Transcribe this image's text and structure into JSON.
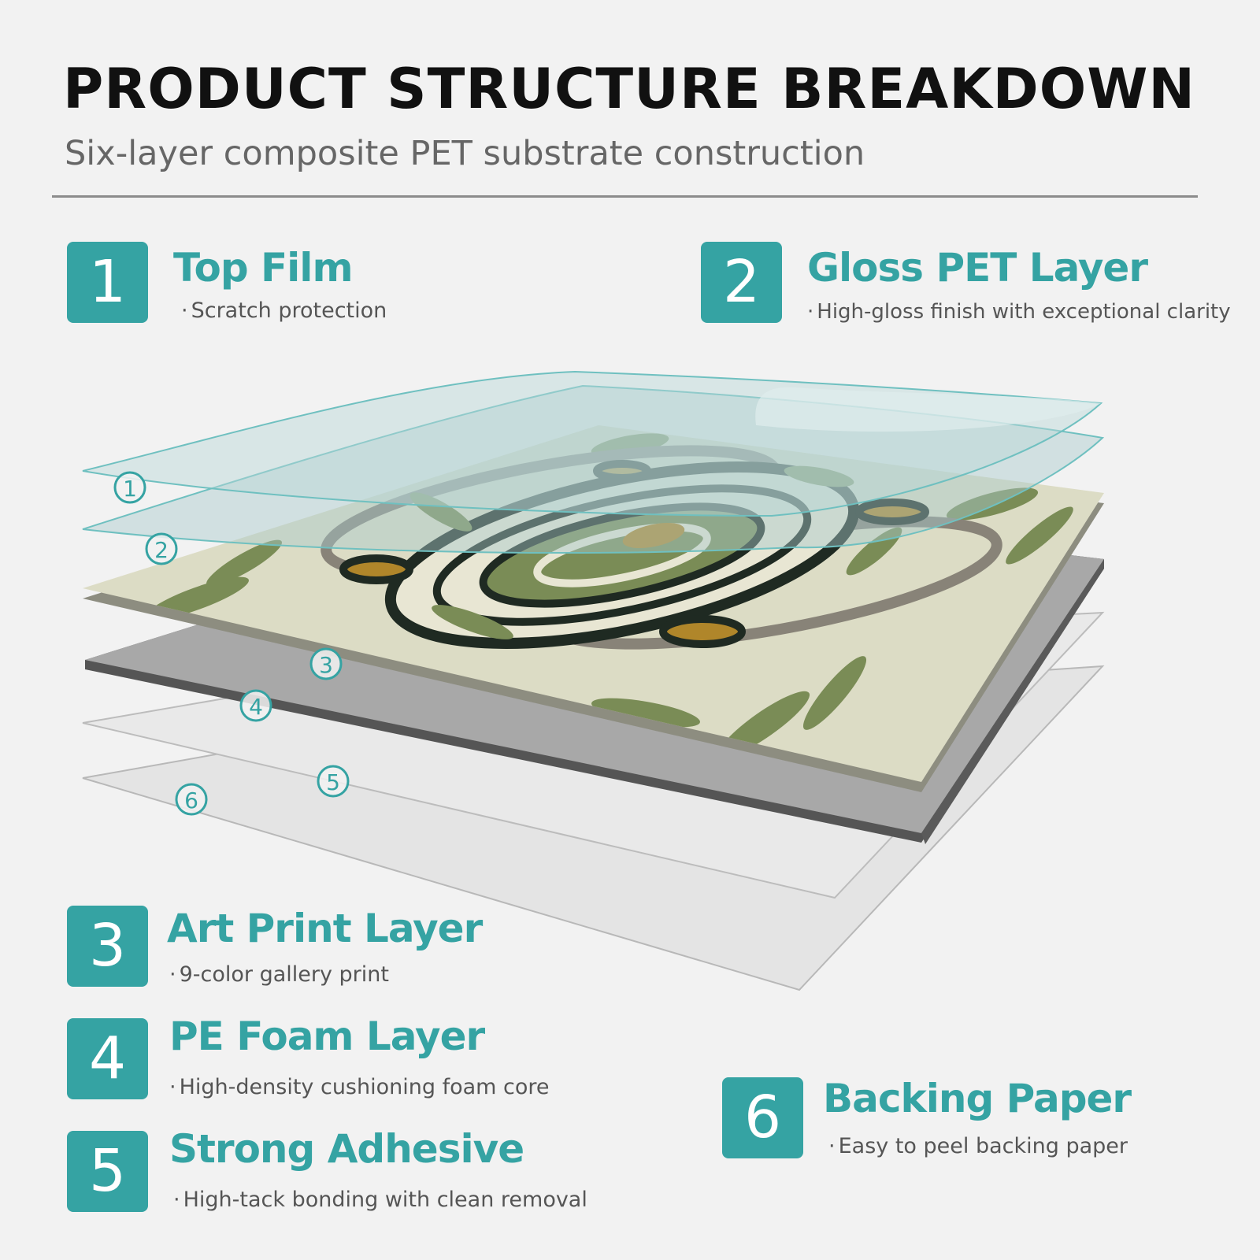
{
  "header": {
    "title": "PRODUCT STRUCTURE BREAKDOWN",
    "subtitle": "Six-layer composite PET substrate construction"
  },
  "layers": [
    {
      "number": "1",
      "name": "Top Film",
      "description": "Scratch protection"
    },
    {
      "number": "2",
      "name": "Gloss PET Layer",
      "description": "High-gloss finish with exceptional clarity"
    },
    {
      "number": "3",
      "name": "Art Print Layer",
      "description": "9-color gallery print"
    },
    {
      "number": "4",
      "name": "PE Foam Layer",
      "description": "High-density cushioning foam core"
    },
    {
      "number": "5",
      "name": "Strong Adhesive",
      "description": "High-tack bonding with clean removal"
    },
    {
      "number": "6",
      "name": "Backing Paper",
      "description": "Easy to peel backing paper"
    }
  ],
  "diagram_markers": [
    "①",
    "②",
    "③",
    "④",
    "⑤",
    "⑥"
  ],
  "colors": {
    "accent": "#35a3a3",
    "title": "#111111",
    "subtitle": "#666666",
    "background": "#f2f2f2",
    "tile_base": "#dcdcc5",
    "tile_leaf": "#7a8c56",
    "tile_dark": "#1f2a22",
    "tile_gold": "#b0862a",
    "foam": "#a8a8a8"
  }
}
